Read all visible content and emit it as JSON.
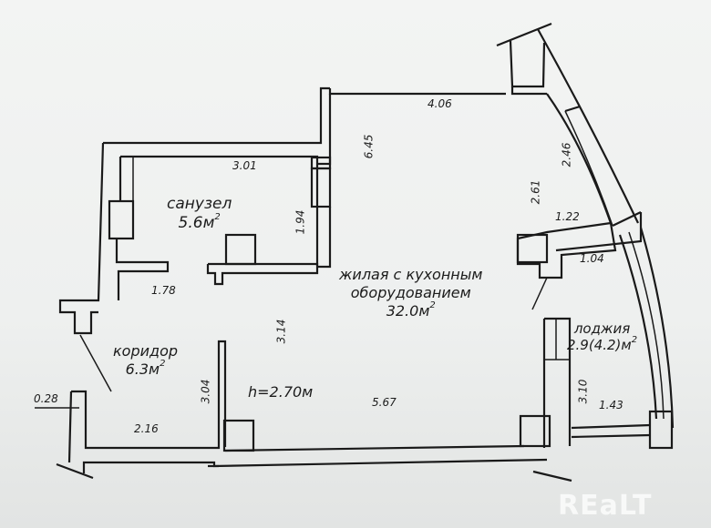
{
  "rooms": {
    "bathroom": {
      "name": "санузел",
      "area": "5.6м",
      "unit_sup": "2"
    },
    "living": {
      "name_line1": "жилая с кухонным",
      "name_line2": "оборудованием",
      "area": "32.0м",
      "unit_sup": "2"
    },
    "corridor": {
      "name": "коридор",
      "area": "6.3м",
      "unit_sup": "2"
    },
    "loggia": {
      "name": "лоджия",
      "area": "2.9(4.2)м",
      "unit_sup": "2"
    }
  },
  "ceiling_height": "h=2.70м",
  "dimensions": {
    "bath_width": "3.01",
    "bath_height": "1.94",
    "living_top": "4.06",
    "living_left": "6.45",
    "window_curve": "2.46",
    "living_right": "2.61",
    "bay_1": "1.22",
    "bay_2": "1.04",
    "corridor_top": "1.78",
    "living_mid": "3.14",
    "corridor_wall": "3.04",
    "wall_thickness": "0.28",
    "corridor_bottom": "2.16",
    "living_bottom": "5.67",
    "loggia_height": "3.10",
    "loggia_width": "1.43"
  },
  "watermark": "REaLT"
}
